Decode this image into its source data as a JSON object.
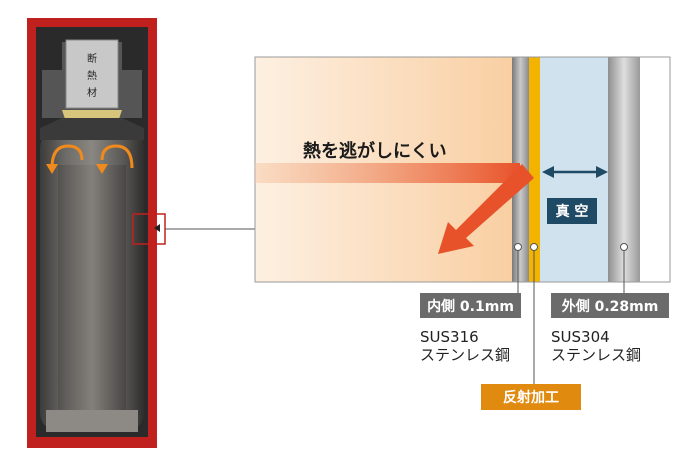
{
  "lid_label": [
    "断",
    "熱",
    "材"
  ],
  "heat_label": "熱を逃がしにくい",
  "vacuum_label": "真 空",
  "inner_wall": {
    "thickness_label": "内側 0.1mm",
    "material_line1": "SUS316",
    "material_line2": "ステンレス鋼"
  },
  "outer_wall": {
    "thickness_label": "外側 0.28mm",
    "material_line1": "SUS304",
    "material_line2": "ステンレス鋼"
  },
  "reflective_label": "反射加工",
  "colors": {
    "bottle_red": "#c0211f",
    "gold_layer": "#f2b400",
    "vacuum_blue": "#cfe2ee",
    "heat_arrow": "#e8522a",
    "label_gray": "#6b6b6b",
    "label_navy": "#1f4a66",
    "label_orange": "#e08a10"
  }
}
